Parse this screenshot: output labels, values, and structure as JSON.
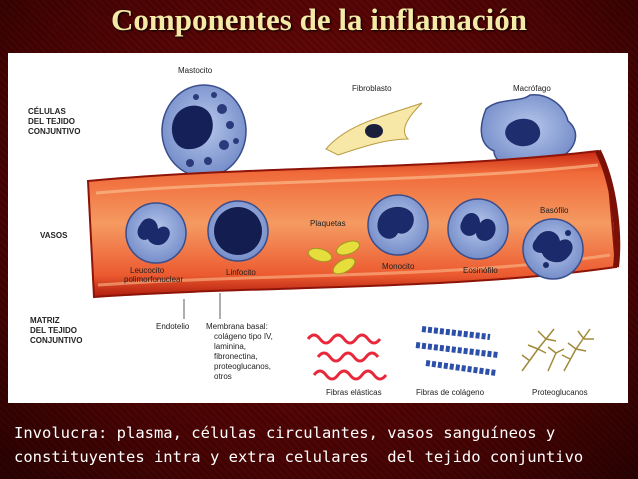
{
  "slide": {
    "title": "Componentes de la inflamación",
    "caption_line1": "Involucra: plasma, células circulantes, vasos sanguíneos y",
    "caption_line2": "constituyentes intra y extra celulares  del tejido conjuntivo"
  },
  "diagram": {
    "section_cells": [
      "CÉLULAS",
      "DEL TEJIDO",
      "CONJUNTIVO"
    ],
    "section_vessels": "VASOS",
    "section_matrix": [
      "MATRIZ",
      "DEL TEJIDO",
      "CONJUNTIVO"
    ],
    "cells_top": {
      "mastocito": "Mastocito",
      "fibroblasto": "Fibroblasto",
      "macrofago": "Macrófago"
    },
    "vessel_cells": {
      "leucocito": [
        "Leucocito",
        "polimorfonuclear"
      ],
      "linfocito": "Linfocito",
      "plaquetas": "Plaquetas",
      "monocito": "Monocito",
      "eosinofilo": "Eosinófilo",
      "basofilo": "Basófilo"
    },
    "matrix": {
      "endotelio": "Endotelio",
      "membrana_basal": [
        "Membrana basal:",
        "colágeno tipo IV,",
        "laminina,",
        "fibronectina,",
        "proteoglucanos,",
        "otros"
      ],
      "fibras_elasticas": "Fibras elásticas",
      "fibras_colageno": "Fibras de colágeno",
      "proteoglucanos": "Proteoglucanos"
    },
    "colors": {
      "vessel": "#e8452a",
      "vessel_dark": "#b81e10",
      "cell_cytoplasm": "#8fa6d8",
      "nucleus": "#1b2a6b",
      "elastic_fiber": "#e8283a",
      "collagen": "#2c4fa8",
      "proteoglycan": "#a08a3a"
    }
  }
}
